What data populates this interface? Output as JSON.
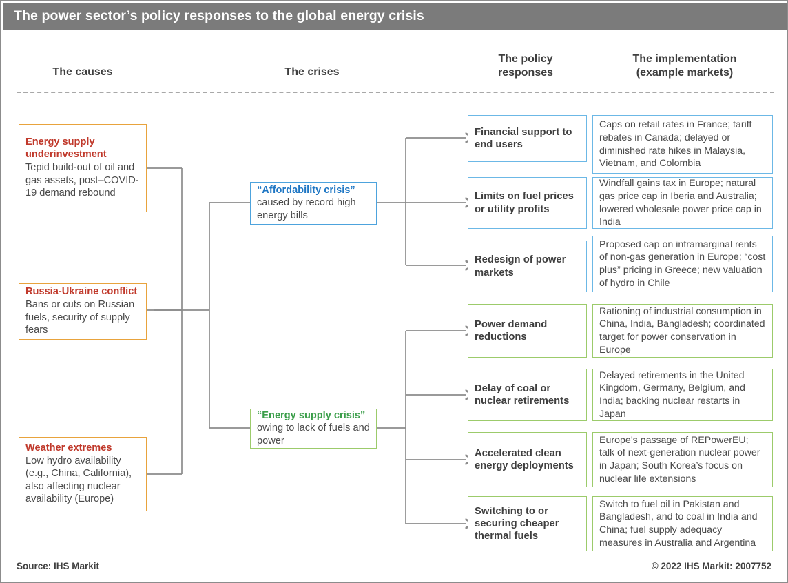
{
  "title": "The power sector’s policy responses to the global energy crisis",
  "headers": [
    {
      "name": "causes",
      "label": "The causes"
    },
    {
      "name": "crises",
      "label": "The crises"
    },
    {
      "name": "policy-responses",
      "label": "The policy\nresponses"
    },
    {
      "name": "implementation",
      "label": "The implementation\n(example markets)"
    }
  ],
  "causes": [
    {
      "head": "Energy supply underinvestment",
      "body": "Tepid build-out of oil and gas assets, post–COVID-19 demand rebound"
    },
    {
      "head": "Russia-Ukraine conflict",
      "body": "Bans or cuts on Russian fuels, security of supply fears"
    },
    {
      "head": "Weather extremes",
      "body": "Low hydro availability (e.g., China, California), also affecting nuclear availability (Europe)"
    }
  ],
  "crises": [
    {
      "head": "“Affordability crisis”",
      "body": "caused by record high energy bills"
    },
    {
      "head": "“Energy supply crisis”",
      "body": "owing to lack of fuels and power"
    }
  ],
  "policies": [
    {
      "label": "Financial support to end users"
    },
    {
      "label": "Limits on fuel prices or utility profits"
    },
    {
      "label": "Redesign of power markets"
    },
    {
      "label": "Power demand reductions"
    },
    {
      "label": "Delay of coal or nuclear retirements"
    },
    {
      "label": "Accelerated clean energy deployments"
    },
    {
      "label": "Switching to or securing cheaper thermal fuels"
    }
  ],
  "implementations": [
    {
      "text": "Caps on retail rates in France; tariff rebates in Canada; delayed or diminished rate hikes in Malaysia, Vietnam, and Colombia"
    },
    {
      "text": "Windfall gains tax in Europe; natural gas price cap in Iberia and Australia; lowered wholesale power price cap in India"
    },
    {
      "text": "Proposed cap on inframarginal rents of non-gas generation in Europe; “cost plus” pricing in Greece; new valuation of hydro in Chile"
    },
    {
      "text": "Rationing of industrial consumption in China, India, Bangladesh; coordinated target for power conservation in Europe"
    },
    {
      "text": "Delayed retirements in the United Kingdom, Germany, Belgium, and India; backing nuclear restarts in Japan"
    },
    {
      "text": "Europe’s passage of REPowerEU; talk of next-generation nuclear power in Japan; South Korea’s focus on nuclear life extensions"
    },
    {
      "text": "Switch to fuel oil in Pakistan and Bangladesh, and to coal in India and China; fuel supply adequacy measures in Australia and Argentina"
    }
  ],
  "footer": {
    "source": "Source: IHS Markit",
    "copyright": "© 2022 IHS Markit: 2007752"
  },
  "colors": {
    "title_bar": "#7b7b7b",
    "cause_border": "#e8a33d",
    "cause_text": "#c0392b",
    "affordability": "#1f77c4",
    "affordability_border": "#4da3dd",
    "supply": "#3b9e4a",
    "supply_border": "#9ccb6b",
    "policy_blue_border": "#6cb8e6",
    "policy_green_border": "#9ccb6b",
    "connector": "#8c8c8c"
  }
}
